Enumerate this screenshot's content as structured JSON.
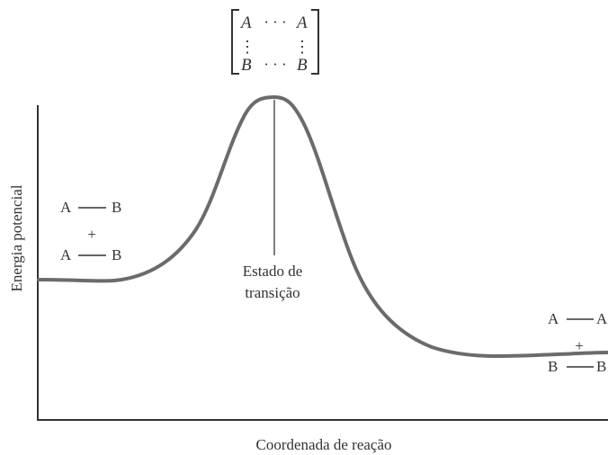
{
  "ylabel": "Energia potencial",
  "xlabel": "Coordenada de reação",
  "transition_state": {
    "line1": "Estado de",
    "line2": "transição",
    "complex": {
      "top_left": "A",
      "top_dots": "· · ·",
      "top_right": "A",
      "bottom_left": "B",
      "bottom_dots": "· · ·",
      "bottom_right": "B",
      "vdots": "⋮"
    }
  },
  "reactants": {
    "top_left": "A",
    "top_right": "B",
    "plus": "+",
    "bottom_left": "A",
    "bottom_right": "B"
  },
  "products": {
    "top_left": "A",
    "top_right": "A",
    "plus": "+",
    "bottom_left": "B",
    "bottom_right": "B"
  },
  "colors": {
    "curve": "#6b6b6b",
    "axis": "#333333",
    "text": "#333333"
  }
}
